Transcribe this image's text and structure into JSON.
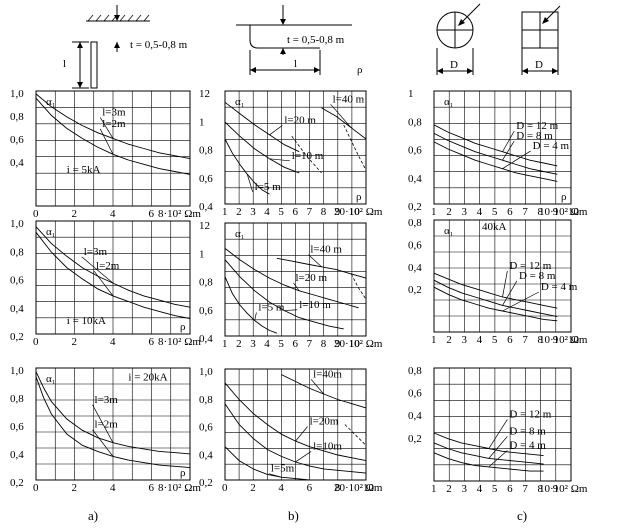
{
  "schematics": {
    "a": {
      "length_label": "l",
      "depth_label": "t = 0,5-0,8 m"
    },
    "b": {
      "depth_label": "t = 0,5-0,8 m",
      "length_label": "l",
      "rho_label": "ρ"
    },
    "c": {
      "round_label": "D",
      "square_label": "D"
    }
  },
  "captions": [
    "a)",
    "b)",
    "c)"
  ],
  "chart_data": [
    {
      "id": "a1",
      "type": "line",
      "ylabel": "α₁",
      "xunit": "8·10² Ωm",
      "xlim": [
        0,
        10
      ],
      "ylim": [
        0.2,
        1.0
      ],
      "xticks": [
        "0",
        "2",
        "4",
        "6"
      ],
      "yticks": [
        "1,0",
        "0,8",
        "0,6",
        "0,4"
      ],
      "note": "i = 5kA",
      "series": [
        {
          "name": "l=3m",
          "x": [
            0,
            1,
            2,
            3,
            4,
            5,
            6,
            7,
            8,
            9,
            10
          ],
          "y": [
            0.98,
            0.89,
            0.82,
            0.76,
            0.71,
            0.67,
            0.63,
            0.6,
            0.57,
            0.55,
            0.53
          ]
        },
        {
          "name": "l=2m",
          "x": [
            0,
            1,
            2,
            3,
            4,
            5,
            6,
            7,
            8,
            9,
            10
          ],
          "y": [
            0.95,
            0.83,
            0.74,
            0.67,
            0.61,
            0.56,
            0.52,
            0.49,
            0.46,
            0.44,
            0.42
          ]
        }
      ]
    },
    {
      "id": "a2",
      "type": "line",
      "ylabel": "α₁",
      "xunit": "8·10² Ωm",
      "xlim": [
        0,
        10
      ],
      "ylim": [
        0.2,
        1.0
      ],
      "xticks": [
        "0",
        "2",
        "4",
        "6"
      ],
      "yticks": [
        "1,0",
        "0,8",
        "0,6",
        "0,4",
        "0,2"
      ],
      "rho": "ρ",
      "note": "i = 10kA",
      "series": [
        {
          "name": "l=3m",
          "x": [
            0,
            1,
            2,
            3,
            4,
            5,
            6,
            7,
            8,
            9,
            10
          ],
          "y": [
            0.96,
            0.84,
            0.75,
            0.67,
            0.61,
            0.56,
            0.51,
            0.47,
            0.44,
            0.41,
            0.39
          ]
        },
        {
          "name": "l=2m",
          "x": [
            0,
            1,
            2,
            3,
            4,
            5,
            6,
            7,
            8,
            9,
            10
          ],
          "y": [
            0.92,
            0.78,
            0.67,
            0.59,
            0.52,
            0.47,
            0.43,
            0.39,
            0.36,
            0.33,
            0.31
          ]
        }
      ]
    },
    {
      "id": "a3",
      "type": "line",
      "ylabel": "α₁",
      "xunit": "8·10² Ωm",
      "xlim": [
        0,
        10
      ],
      "ylim": [
        0.1,
        1.0
      ],
      "xticks": [
        "0",
        "2",
        "4",
        "6"
      ],
      "yticks": [
        "1,0",
        "0,8",
        "0,6",
        "0,4",
        "0,2"
      ],
      "rho": "ρ",
      "note": "i = 20kA",
      "series": [
        {
          "name": "l=3m",
          "x": [
            0,
            0.5,
            1,
            2,
            3,
            4,
            5,
            6,
            7,
            8,
            9,
            10
          ],
          "y": [
            0.97,
            0.84,
            0.73,
            0.59,
            0.5,
            0.44,
            0.4,
            0.37,
            0.35,
            0.33,
            0.32,
            0.31
          ]
        },
        {
          "name": "l=2m",
          "x": [
            0,
            0.5,
            1,
            2,
            3,
            4,
            5,
            6,
            7,
            8,
            9,
            10
          ],
          "y": [
            0.93,
            0.76,
            0.63,
            0.47,
            0.38,
            0.33,
            0.29,
            0.26,
            0.24,
            0.22,
            0.21,
            0.2
          ]
        }
      ]
    },
    {
      "id": "b1",
      "type": "line",
      "ylabel": "α₁",
      "xunit": "20·10² Ωm",
      "xlim": [
        1,
        20
      ],
      "ylim": [
        0.4,
        1.2
      ],
      "xticks": [
        "1",
        "2",
        "3",
        "4",
        "5",
        "6",
        "7",
        "8",
        "9",
        "10"
      ],
      "yticks": [
        "12",
        "1",
        "0,8",
        "0,6",
        "0,4"
      ],
      "rho": "ρ",
      "series": [
        {
          "name": "l=40 m",
          "x": [
            14,
            16,
            18,
            20
          ],
          "y": [
            1.08,
            1.02,
            0.94,
            0.86
          ]
        },
        {
          "name": "l=20 m",
          "x": [
            1,
            3,
            5,
            7,
            9,
            11
          ],
          "y": [
            1.12,
            1.04,
            0.96,
            0.89,
            0.82,
            0.77
          ]
        },
        {
          "name": "l=10 m",
          "x": [
            1,
            3,
            5,
            7,
            9,
            11
          ],
          "y": [
            0.98,
            0.88,
            0.79,
            0.72,
            0.66,
            0.62
          ]
        },
        {
          "name": "l=5 m",
          "x": [
            1,
            2,
            3,
            4,
            5,
            6,
            7
          ],
          "y": [
            0.86,
            0.76,
            0.68,
            0.61,
            0.55,
            0.5,
            0.47
          ]
        }
      ],
      "dashed": [
        {
          "x": [
            17,
            19,
            20
          ],
          "y": [
            0.96,
            0.74,
            0.64
          ]
        },
        {
          "x": [
            10,
            12,
            14
          ],
          "y": [
            0.88,
            0.74,
            0.62
          ]
        }
      ]
    },
    {
      "id": "b2",
      "type": "line",
      "ylabel": "α₁",
      "xunit": "20·10² Ωm",
      "xlim": [
        1,
        20
      ],
      "ylim": [
        0.4,
        1.2
      ],
      "xticks": [
        "1",
        "2",
        "3",
        "4",
        "5",
        "6",
        "7",
        "8",
        "9",
        "10"
      ],
      "yticks": [
        "12",
        "1",
        "0,8",
        "0,6",
        "0,4"
      ],
      "series": [
        {
          "name": "l=40 m",
          "x": [
            8,
            10,
            12,
            14,
            16,
            18,
            20
          ],
          "y": [
            0.95,
            0.93,
            0.91,
            0.89,
            0.87,
            0.84,
            0.81
          ]
        },
        {
          "name": "l=20 m",
          "x": [
            1,
            3,
            5,
            7,
            9,
            11,
            13,
            15,
            17,
            19
          ],
          "y": [
            1.02,
            0.94,
            0.87,
            0.81,
            0.76,
            0.72,
            0.69,
            0.66,
            0.63,
            0.6
          ]
        },
        {
          "name": "l=10 m",
          "x": [
            1,
            3,
            5,
            7,
            9,
            11,
            13,
            15,
            17
          ],
          "y": [
            0.94,
            0.82,
            0.72,
            0.64,
            0.58,
            0.53,
            0.5,
            0.47,
            0.45
          ]
        },
        {
          "name": "l=5 m",
          "x": [
            1,
            2,
            3,
            4,
            5,
            6,
            7,
            8
          ],
          "y": [
            0.82,
            0.7,
            0.62,
            0.56,
            0.51,
            0.47,
            0.44,
            0.42
          ]
        }
      ],
      "dashed": [
        {
          "x": [
            18,
            19,
            20
          ],
          "y": [
            0.84,
            0.74,
            0.66
          ]
        }
      ]
    },
    {
      "id": "b3",
      "type": "line",
      "ylabel": "",
      "xunit": "20·10² Ωm",
      "xlim": [
        0,
        20
      ],
      "ylim": [
        0.2,
        1.0
      ],
      "xticks": [
        "0",
        "2",
        "4",
        "6",
        "8",
        "10"
      ],
      "yticks": [
        "1,0",
        "0,8",
        "0,6",
        "0,4",
        "0,2"
      ],
      "series": [
        {
          "name": "l=40m",
          "x": [
            8,
            10,
            12,
            14,
            16,
            18,
            20
          ],
          "y": [
            0.96,
            0.91,
            0.86,
            0.82,
            0.78,
            0.75,
            0.72
          ]
        },
        {
          "name": "l=20m",
          "x": [
            0,
            2,
            4,
            6,
            8,
            10,
            12,
            14,
            16,
            18,
            20
          ],
          "y": [
            0.9,
            0.78,
            0.68,
            0.6,
            0.53,
            0.48,
            0.44,
            0.41,
            0.38,
            0.36,
            0.34
          ]
        },
        {
          "name": "l=10m",
          "x": [
            0,
            2,
            4,
            6,
            8,
            10,
            12,
            14,
            16,
            18,
            20
          ],
          "y": [
            0.75,
            0.6,
            0.5,
            0.42,
            0.37,
            0.33,
            0.3,
            0.28,
            0.27,
            0.26,
            0.25
          ]
        },
        {
          "name": "l=5m",
          "x": [
            0,
            2,
            4,
            6,
            8,
            10,
            12,
            14
          ],
          "y": [
            0.44,
            0.34,
            0.28,
            0.24,
            0.22,
            0.21,
            0.2,
            0.2
          ]
        }
      ],
      "dashed": [
        {
          "x": [
            17,
            19,
            20
          ],
          "y": [
            0.6,
            0.5,
            0.45
          ]
        }
      ]
    },
    {
      "id": "c1",
      "type": "line",
      "ylabel": "α₁",
      "xunit": "10·10² Ωm",
      "xlim": [
        1,
        11
      ],
      "ylim": [
        0.2,
        1.0
      ],
      "xticks": [
        "1",
        "2",
        "3",
        "4",
        "5",
        "6",
        "7",
        "8",
        "9",
        "10"
      ],
      "yticks": [
        "1",
        "0,8",
        "0,6",
        "0,4",
        "0,2"
      ],
      "rho": "ρ",
      "series": [
        {
          "name": "D = 12 m",
          "x": [
            1,
            2,
            3,
            4,
            5,
            6,
            7,
            8,
            9,
            10
          ],
          "y": [
            0.76,
            0.71,
            0.67,
            0.63,
            0.6,
            0.57,
            0.54,
            0.51,
            0.49,
            0.47
          ]
        },
        {
          "name": "D = 8 m",
          "x": [
            1,
            2,
            3,
            4,
            5,
            6,
            7,
            8,
            9,
            10
          ],
          "y": [
            0.7,
            0.65,
            0.61,
            0.57,
            0.54,
            0.51,
            0.48,
            0.45,
            0.43,
            0.41
          ]
        },
        {
          "name": "D = 4 m",
          "x": [
            1,
            2,
            3,
            4,
            5,
            6,
            7,
            8,
            9,
            10
          ],
          "y": [
            0.64,
            0.59,
            0.55,
            0.51,
            0.48,
            0.45,
            0.42,
            0.4,
            0.38,
            0.36
          ]
        }
      ]
    },
    {
      "id": "c2",
      "type": "line",
      "ylabel": "α₁",
      "xunit": "10·10² Ωm",
      "xlim": [
        1,
        11
      ],
      "ylim": [
        0.2,
        1.0
      ],
      "xticks": [
        "1",
        "2",
        "3",
        "4",
        "5",
        "6",
        "7",
        "8",
        "9",
        "10"
      ],
      "yticks": [
        "0,8",
        "0,6",
        "0,4",
        "0,2"
      ],
      "note": "40kA",
      "series": [
        {
          "name": "D = 12 m",
          "x": [
            1,
            2,
            3,
            4,
            5,
            6,
            7,
            8,
            9,
            10
          ],
          "y": [
            0.62,
            0.58,
            0.54,
            0.51,
            0.48,
            0.45,
            0.43,
            0.41,
            0.39,
            0.37
          ]
        },
        {
          "name": "D = 8 m",
          "x": [
            1,
            2,
            3,
            4,
            5,
            6,
            7,
            8,
            9,
            10
          ],
          "y": [
            0.57,
            0.52,
            0.48,
            0.45,
            0.42,
            0.39,
            0.37,
            0.35,
            0.33,
            0.31
          ]
        },
        {
          "name": "D = 4 m",
          "x": [
            1,
            2,
            3,
            4,
            5,
            6,
            7,
            8,
            9,
            10
          ],
          "y": [
            0.52,
            0.47,
            0.43,
            0.4,
            0.37,
            0.35,
            0.33,
            0.31,
            0.29,
            0.28
          ]
        }
      ]
    },
    {
      "id": "c3",
      "type": "line",
      "ylabel": "",
      "xunit": "10·10² Ωm",
      "xlim": [
        1,
        11
      ],
      "ylim": [
        0.1,
        0.9
      ],
      "xticks": [
        "1",
        "2",
        "3",
        "4",
        "5",
        "6",
        "7",
        "8",
        "9"
      ],
      "yticks": [
        "0,8",
        "0,6",
        "0,4",
        "0,2"
      ],
      "series": [
        {
          "name": "D = 12 m",
          "x": [
            1,
            2,
            3,
            4,
            5,
            6,
            7,
            8,
            9
          ],
          "y": [
            0.44,
            0.4,
            0.37,
            0.35,
            0.33,
            0.31,
            0.3,
            0.29,
            0.28
          ]
        },
        {
          "name": "D = 8 m",
          "x": [
            1,
            2,
            3,
            4,
            5,
            6,
            7,
            8,
            9
          ],
          "y": [
            0.37,
            0.33,
            0.3,
            0.28,
            0.26,
            0.25,
            0.24,
            0.23,
            0.22
          ]
        },
        {
          "name": "D = 4 m",
          "x": [
            1,
            2,
            3,
            4,
            5,
            6,
            7,
            8,
            9
          ],
          "y": [
            0.3,
            0.26,
            0.23,
            0.21,
            0.2,
            0.19,
            0.18,
            0.17,
            0.17
          ]
        }
      ]
    }
  ]
}
